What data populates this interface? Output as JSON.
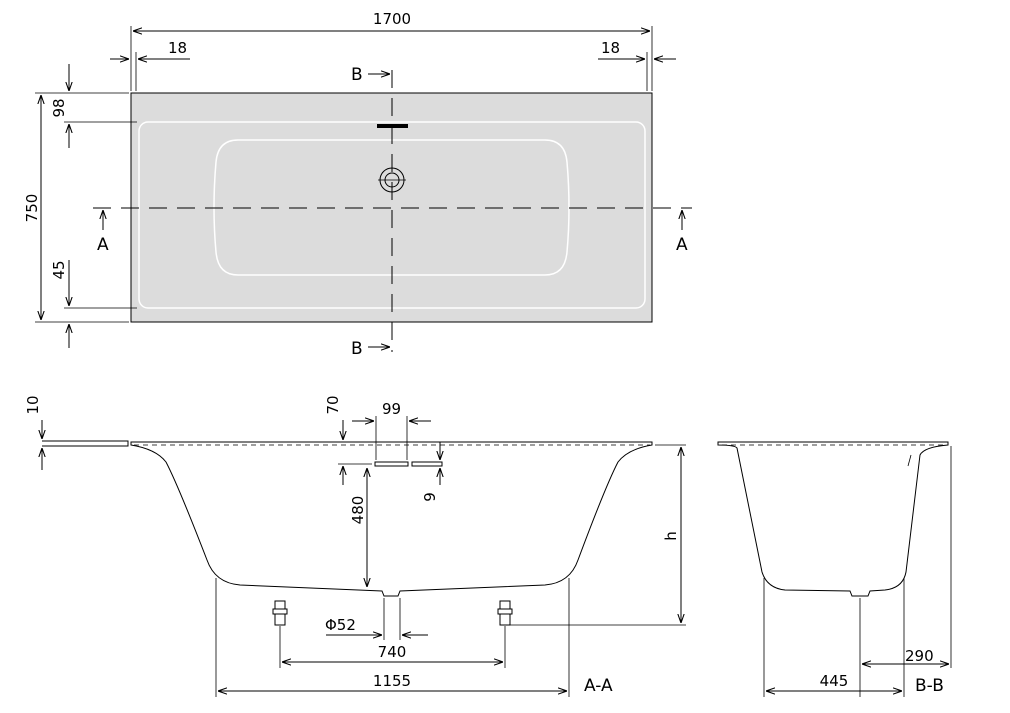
{
  "plan_view": {
    "dim_overall_length": "1700",
    "dim_rim_left": "18",
    "dim_rim_right": "18",
    "dim_overall_width": "750",
    "dim_rim_top": "98",
    "dim_rim_bottom": "45",
    "section_b_marker": "B",
    "section_a_marker": "A"
  },
  "section_a": {
    "label": "A-A",
    "dim_rim_thickness": "10",
    "dim_overflow_drop": "70",
    "dim_overflow_width": "99",
    "dim_depth": "480",
    "dim_overflow_height": "9",
    "dim_height": "h",
    "dim_drain": "Φ52",
    "dim_foot_spacing": "740",
    "dim_base_length": "1155"
  },
  "section_b": {
    "label": "B-B",
    "dim_offset": "290",
    "dim_base_width": "445"
  },
  "colors": {
    "tub_fill": "#dcdcdc",
    "line": "#000000"
  }
}
